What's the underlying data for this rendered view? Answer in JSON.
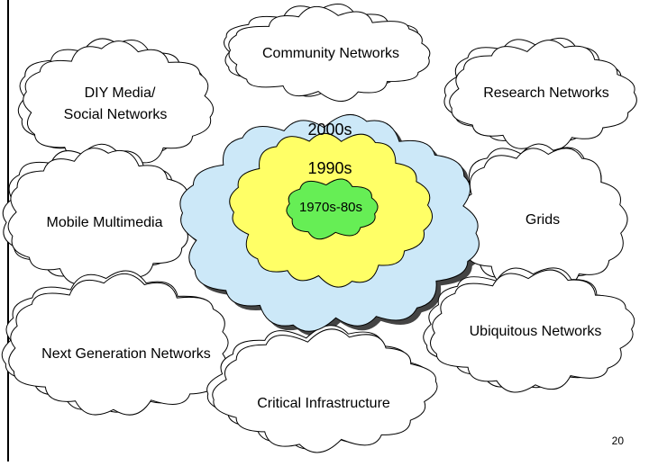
{
  "diagram": {
    "era_labels": {
      "outer": "2000s",
      "middle": "1990s",
      "inner": "1970s-80s"
    },
    "clouds": {
      "community": "Community Networks",
      "diy_line1": "DIY Media/",
      "diy_line2": "Social Networks",
      "research": "Research Networks",
      "mobile": "Mobile Multimedia",
      "grids": "Grids",
      "ubiquitous": "Ubiquitous Networks",
      "next_gen": "Next Generation Networks",
      "critical": "Critical Infrastructure"
    },
    "colors": {
      "outer_fill": "#cce8f8",
      "middle_fill": "#ffff66",
      "inner_fill": "#66ee55",
      "outline": "#000000"
    }
  },
  "slide": {
    "page_number": "20"
  }
}
